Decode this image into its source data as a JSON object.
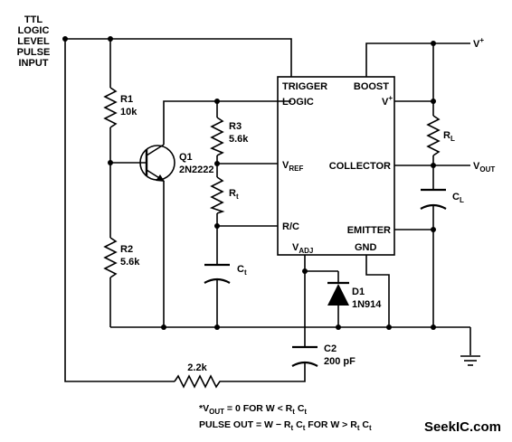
{
  "input": {
    "line1": "TTL",
    "line2": "LOGIC",
    "line3": "LEVEL",
    "line4": "PULSE",
    "line5": "INPUT"
  },
  "ic": {
    "trigger": "TRIGGER",
    "logic": "LOGIC",
    "vref": "V",
    "vref_sub": "REF",
    "rc": "R/C",
    "vadj": "V",
    "vadj_sub": "ADJ",
    "boost": "BOOST",
    "vplus": "V",
    "vplus_sup": "+",
    "collector": "COLLECTOR",
    "emitter": "EMITTER",
    "gnd": "GND"
  },
  "components": {
    "r1_name": "R1",
    "r1_value": "10k",
    "r2_name": "R2",
    "r2_value": "5.6k",
    "q1_name": "Q1",
    "q1_part": "2N2222",
    "r3_name": "R3",
    "r3_value": "5.6k",
    "rt_name": "R",
    "rt_sub": "t",
    "ct_name": "C",
    "ct_sub": "t",
    "d1_name": "D1",
    "d1_part": "1N914",
    "c2_name": "C2",
    "c2_value": "200 pF",
    "r_fb_value": "2.2k",
    "rl_name": "R",
    "rl_sub": "L",
    "cl_name": "C",
    "cl_sub": "L"
  },
  "terminals": {
    "supply": "V",
    "supply_sup": "+",
    "output": "V",
    "output_sub": "OUT"
  },
  "notes": {
    "line1_prefix": "*V",
    "line1_sub": "OUT",
    "line1_mid": " = 0 FOR W < R",
    "line1_sub2": "t",
    "line1_end": " C",
    "line1_sub3": "t",
    "line2_prefix": "PULSE OUT = W − R",
    "line2_sub": "t",
    "line2_mid": " C",
    "line2_sub2": "t",
    "line2_mid2": " FOR W > R",
    "line2_sub3": "t",
    "line2_end": " C",
    "line2_sub4": "t"
  },
  "watermark": "SeekIC.com"
}
